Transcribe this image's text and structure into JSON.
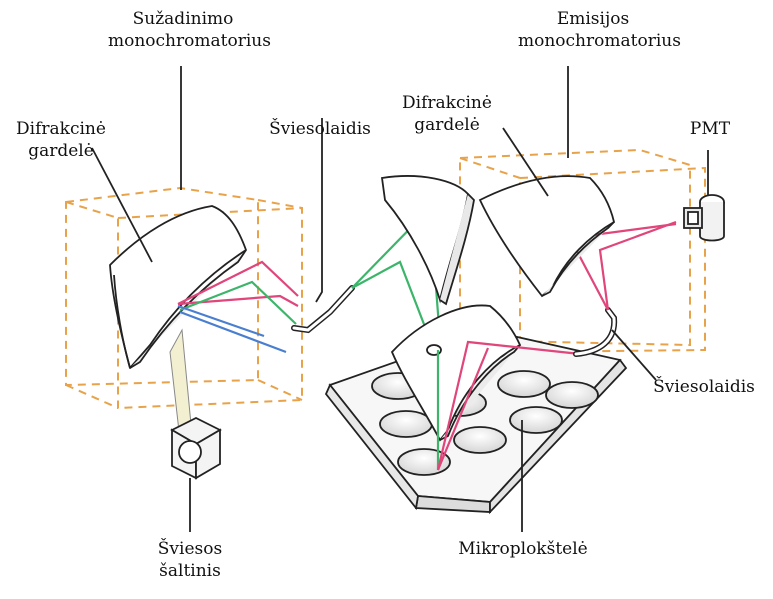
{
  "labels": {
    "excitation_mono": [
      "Sužadinimo",
      "monochromatorius"
    ],
    "emission_mono": [
      "Emisijos",
      "monochromatorius"
    ],
    "grating_left": [
      "Difrakcinė",
      "gardelė"
    ],
    "grating_right": [
      "Difrakcinė",
      "gardelė"
    ],
    "fiber_top": "Šviesolaidis",
    "fiber_right": "Šviesolaidis",
    "pmt": "PMT",
    "light_source": [
      "Šviesos",
      "šaltinis"
    ],
    "microplate": "Mikroplokštelė"
  },
  "colors": {
    "box_dash": "#e8a34a",
    "ray_red": "#e0457b",
    "ray_green": "#3cb56a",
    "ray_blue": "#4a7fd0",
    "line": "#222222",
    "beam_fill": "#f3f0d2"
  }
}
